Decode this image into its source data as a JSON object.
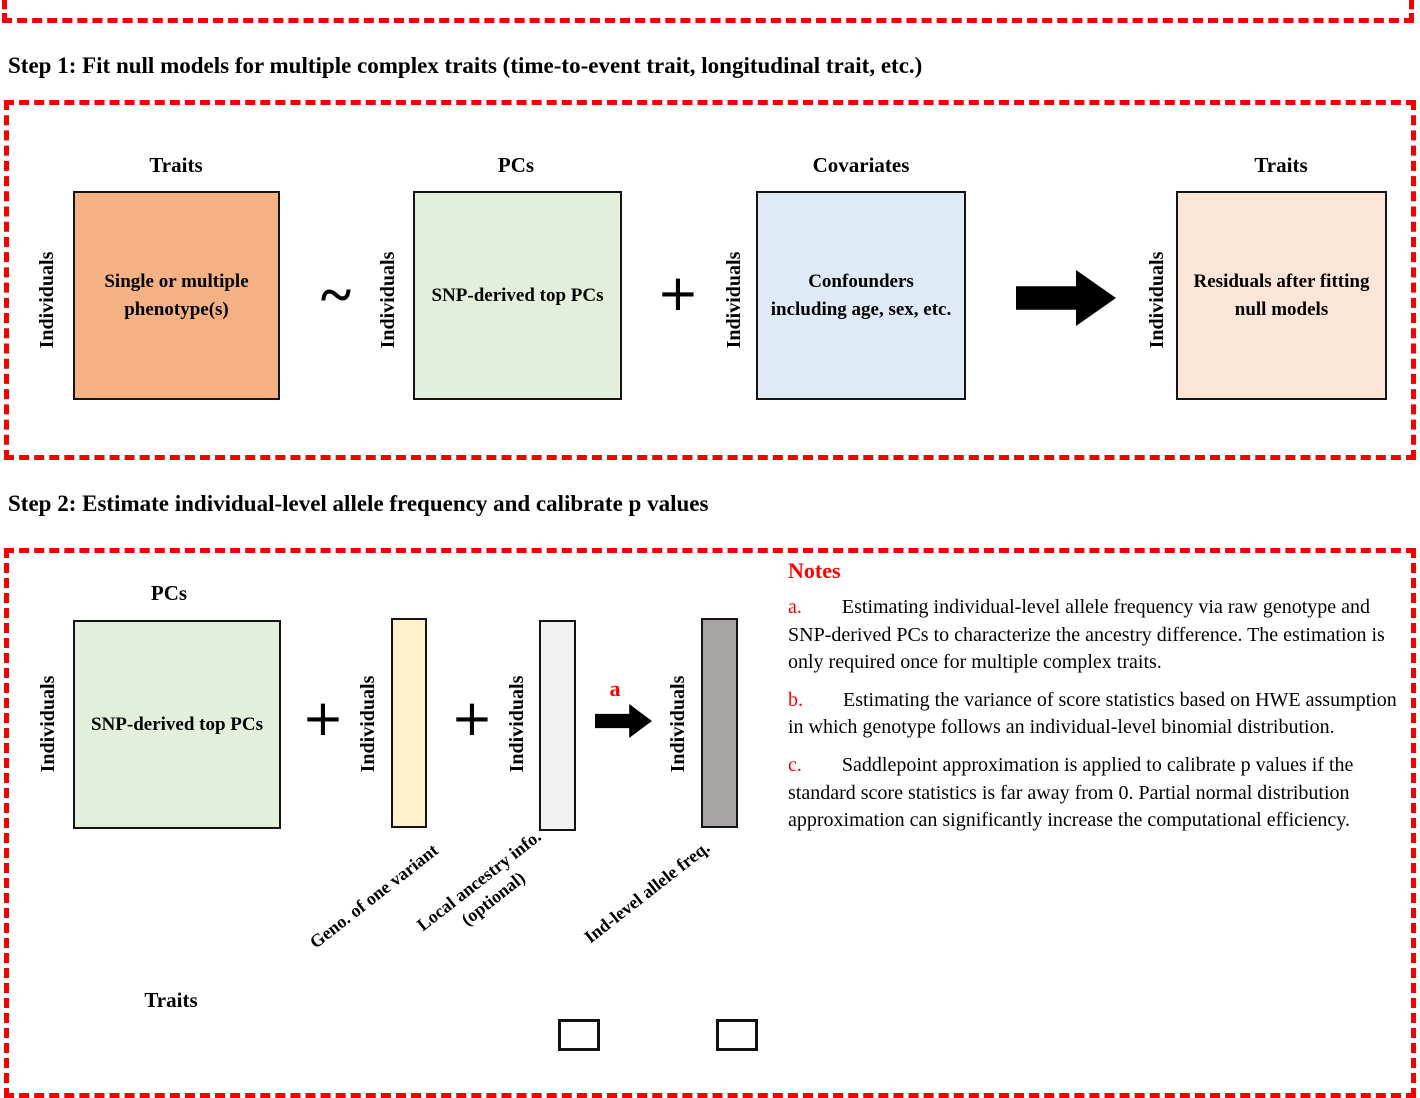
{
  "titles": {
    "step1": "Step 1: Fit null models for multiple complex traits (time-to-event trait, longitudinal trait, etc.)",
    "step2": "Step 2: Estimate individual-level allele frequency and calibrate p values"
  },
  "labels": {
    "individuals": "Individuals",
    "traits": "Traits",
    "pcs": "PCs",
    "covariates": "Covariates",
    "tilde": "~",
    "plus": "+"
  },
  "step1": {
    "boxes": [
      {
        "header": "Traits",
        "label": "Single or multiple\nphenotype(s)",
        "color": "#F4B183"
      },
      {
        "header": "PCs",
        "label": "SNP-derived top PCs",
        "color": "#E2EFDA"
      },
      {
        "header": "Covariates",
        "label": "Confounders\nincluding age, sex, etc.",
        "color": "#DEEAF6"
      },
      {
        "header": "Traits",
        "label": "Residuals after fitting\nnull models",
        "color": "#FBE5D6"
      }
    ]
  },
  "step2": {
    "matrix": {
      "header": "PCs",
      "label": "SNP-derived top PCs",
      "color": "#E2EFDA"
    },
    "columns": [
      {
        "label": "Geno. of one variant",
        "color": "#FFF2CC"
      },
      {
        "label": "Local ancestry info.\n(optional)",
        "color": "#F2F2F2"
      },
      {
        "label": "Ind-level allele freq.",
        "color": "#A8A4A4"
      }
    ],
    "arrow_label": "a",
    "bottom_header": "Traits"
  },
  "notes": {
    "heading": "Notes",
    "items": [
      {
        "letter": "a.",
        "text": "Estimating individual-level allele frequency via raw genotype and SNP-derived PCs to characterize the ancestry difference. The estimation is only required once for multiple complex traits."
      },
      {
        "letter": "b.",
        "text": "Estimating the variance of score statistics based on HWE assumption in which genotype follows an individual-level binomial distribution."
      },
      {
        "letter": "c.",
        "text": "Saddlepoint approximation is applied to calibrate p values if the standard score statistics is far away from 0. Partial normal distribution approximation can significantly increase the computational efficiency."
      }
    ]
  },
  "colors": {
    "dashed_border": "#F40000",
    "accent_red": "#FF0000",
    "arrow": "#000000"
  }
}
